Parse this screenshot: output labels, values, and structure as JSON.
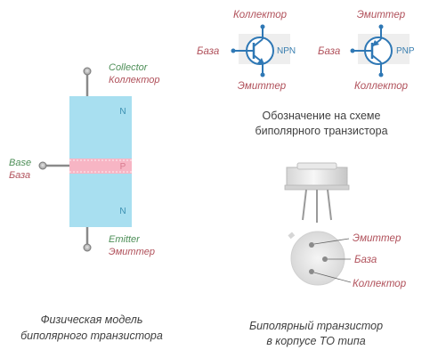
{
  "colors": {
    "accent_red": "#b0505a",
    "accent_green": "#4e8f58",
    "symbol_blue": "#2f78b5",
    "crystal_blue": "#a8dff0",
    "base_pink": "#f7b5c4",
    "lead_gray": "#8a8a8a"
  },
  "npn_symbol": {
    "collector": "Коллектор",
    "base": "База",
    "emitter": "Эмиттер",
    "type": "NPN"
  },
  "pnp_symbol": {
    "emitter": "Эмиттер",
    "base": "База",
    "collector": "Коллектор",
    "type": "PNP"
  },
  "symbol_caption": {
    "line1": "Обозначение на схеме",
    "line2": "биполярного транзистора"
  },
  "physical_model": {
    "collector_en": "Collector",
    "collector_ru": "Коллектор",
    "base_en": "Base",
    "base_ru": "База",
    "emitter_en": "Emitter",
    "emitter_ru": "Эмиттер",
    "region_top": "N",
    "region_mid": "P",
    "region_bottom": "N"
  },
  "physical_caption": {
    "line1": "Физическая модель",
    "line2": "биполярного транзистора"
  },
  "package": {
    "emitter": "Эмиттер",
    "base": "База",
    "collector": "Коллектор"
  },
  "package_caption": {
    "line1": "Биполярный транзистор",
    "line2": "в корпусе ТО типа"
  }
}
